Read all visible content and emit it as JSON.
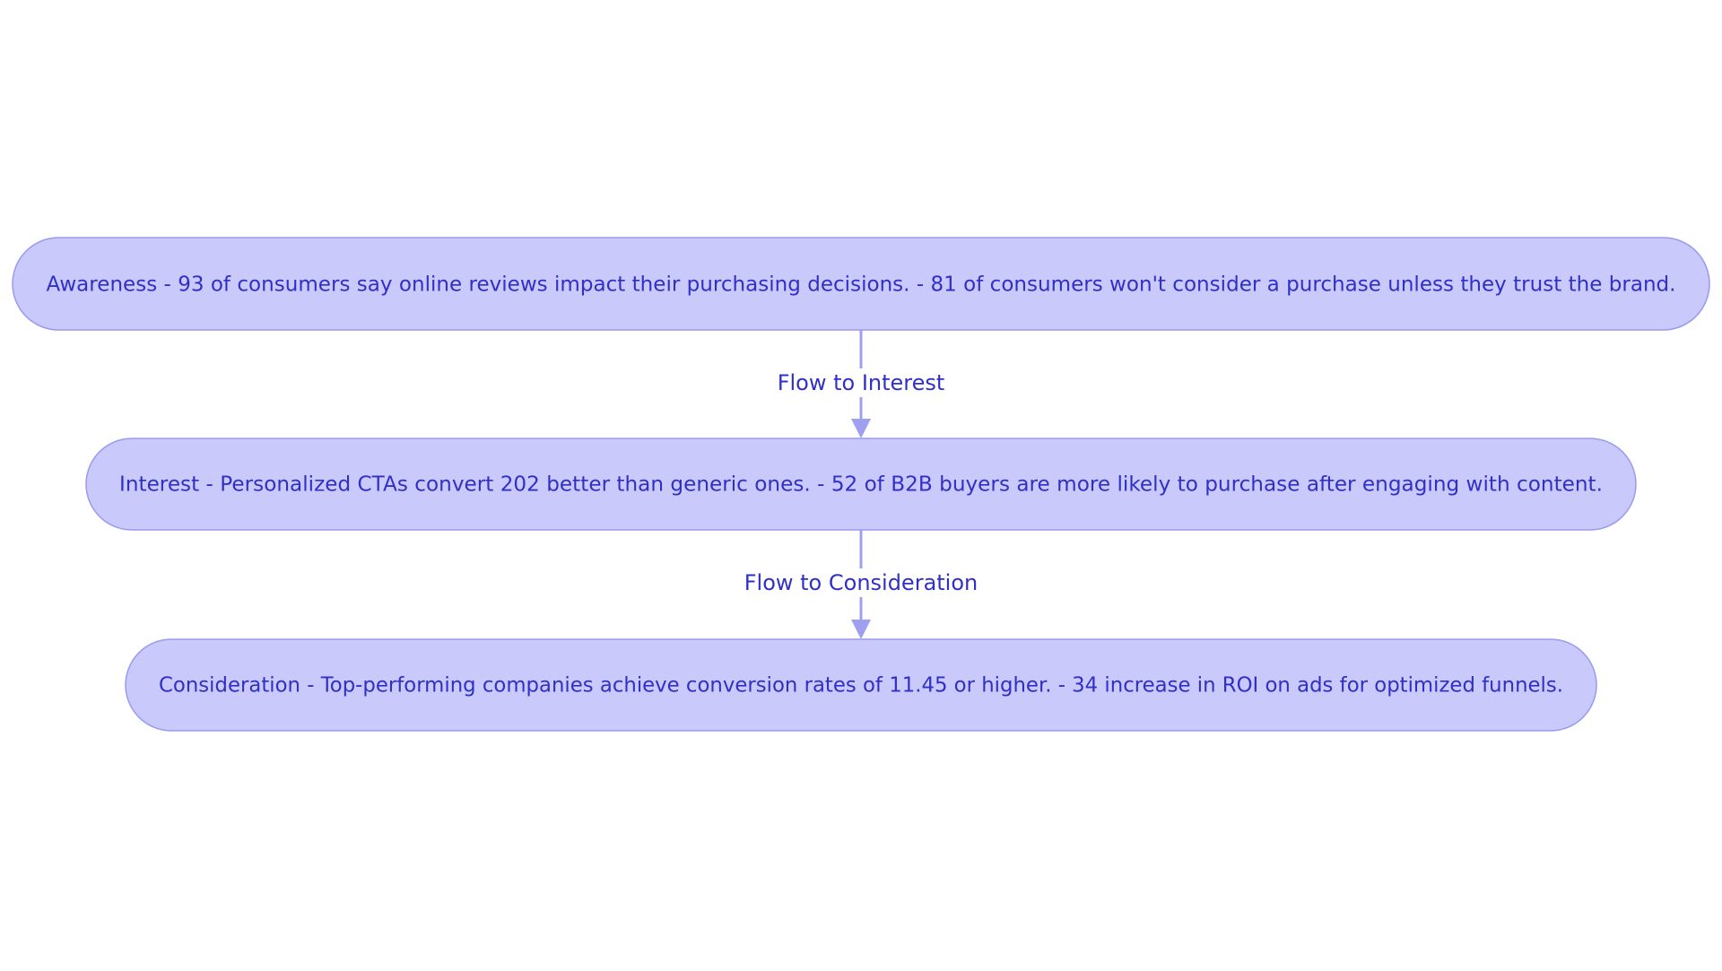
{
  "diagram": {
    "nodes": [
      {
        "id": "awareness",
        "label": "Awareness - 93 of consumers say online reviews impact their purchasing decisions. - 81 of consumers won't consider a purchase unless they trust the brand."
      },
      {
        "id": "interest",
        "label": "Interest - Personalized CTAs convert 202 better than generic ones. - 52 of B2B buyers are more likely to purchase after engaging with content."
      },
      {
        "id": "consideration",
        "label": "Consideration - Top-performing companies achieve conversion rates of 11.45 or higher. - 34 increase in ROI on ads for optimized funnels."
      }
    ],
    "edges": [
      {
        "from": "awareness",
        "to": "interest",
        "label": "Flow to Interest"
      },
      {
        "from": "interest",
        "to": "consideration",
        "label": "Flow to Consideration"
      }
    ]
  },
  "colors": {
    "node_fill": "#c9c9fb",
    "node_stroke": "#9a9af0",
    "text": "#3030c8",
    "edge": "#9f9fef"
  }
}
